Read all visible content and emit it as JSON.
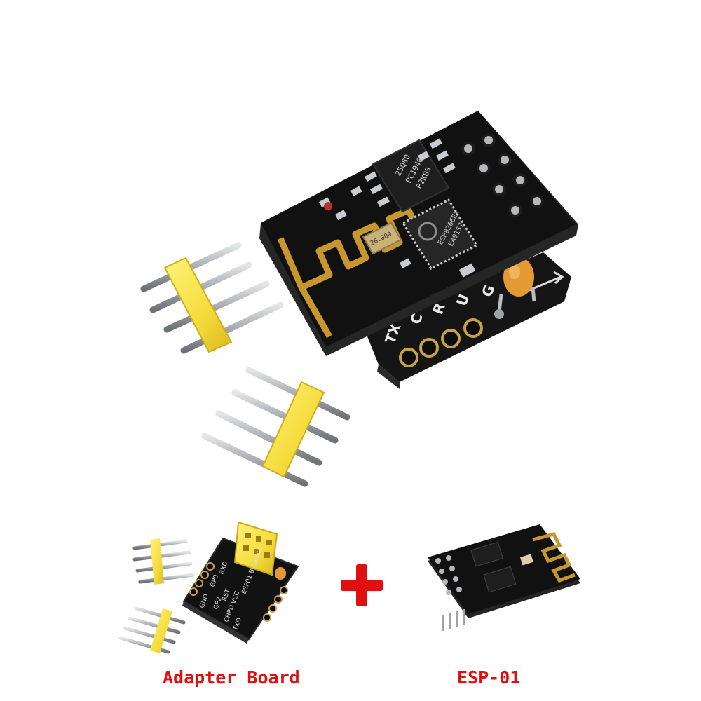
{
  "captions": {
    "adapter": "Adapter Board",
    "esp": "ESP-01"
  },
  "photo_labels": {
    "flash_chip": [
      "25Q80",
      "PC1940",
      "P2K85"
    ],
    "crystal": "26.000",
    "soc": [
      "ESP8266EX",
      "EA0157"
    ],
    "adapter_side": [
      "TX",
      "C",
      "R",
      "U",
      "G"
    ],
    "adapter_title": "ESP01 Breakout",
    "adapter_pins": [
      "RXD",
      "VCC",
      "RST",
      "GP0",
      "GP2",
      "CHPD",
      "GND",
      "TXD"
    ]
  },
  "colors": {
    "caption": "#e01010",
    "plus": "#e01010",
    "pcb": "#141414",
    "header": "#f5dc3c",
    "pin": "#b8bcc0",
    "antenna": "#c8962e"
  },
  "icons": {
    "plus": "plus-sign"
  }
}
